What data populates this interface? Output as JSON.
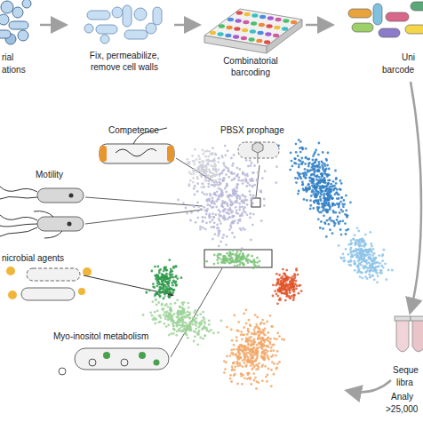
{
  "diagram": {
    "labels": [
      "rial",
      "ations",
      "Fix, permeabilize, remove cell walls",
      "Combinatorial barcoding",
      "Uni",
      "barcode",
      "Competence",
      "PBSX prophage",
      "Motility",
      "nicrobial agents",
      "Seque",
      "libra",
      "Myo-inositol metabolism",
      "Analy",
      ">25,000"
    ]
  }
}
